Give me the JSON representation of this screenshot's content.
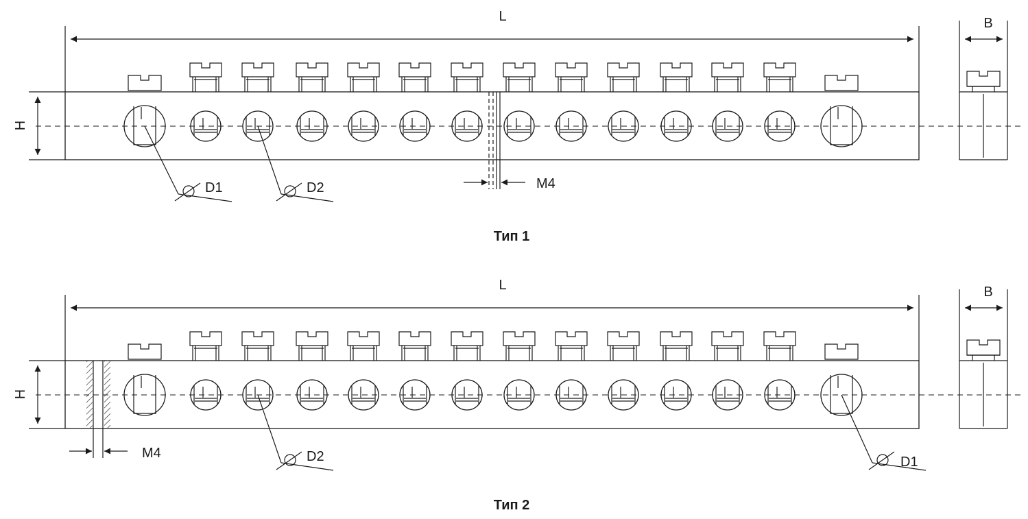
{
  "colors": {
    "line": "#1a1a1a",
    "background": "#ffffff"
  },
  "dimensions": {
    "length": "L",
    "height": "H",
    "width": "B",
    "hole_large": "D1",
    "hole_small": "D2",
    "mount_thread": "M4"
  },
  "captions": {
    "type1": "Тип 1",
    "type2": "Тип 2"
  },
  "terminals": {
    "large_holes_per_bar": 2,
    "small_holes_per_bar": 12
  }
}
